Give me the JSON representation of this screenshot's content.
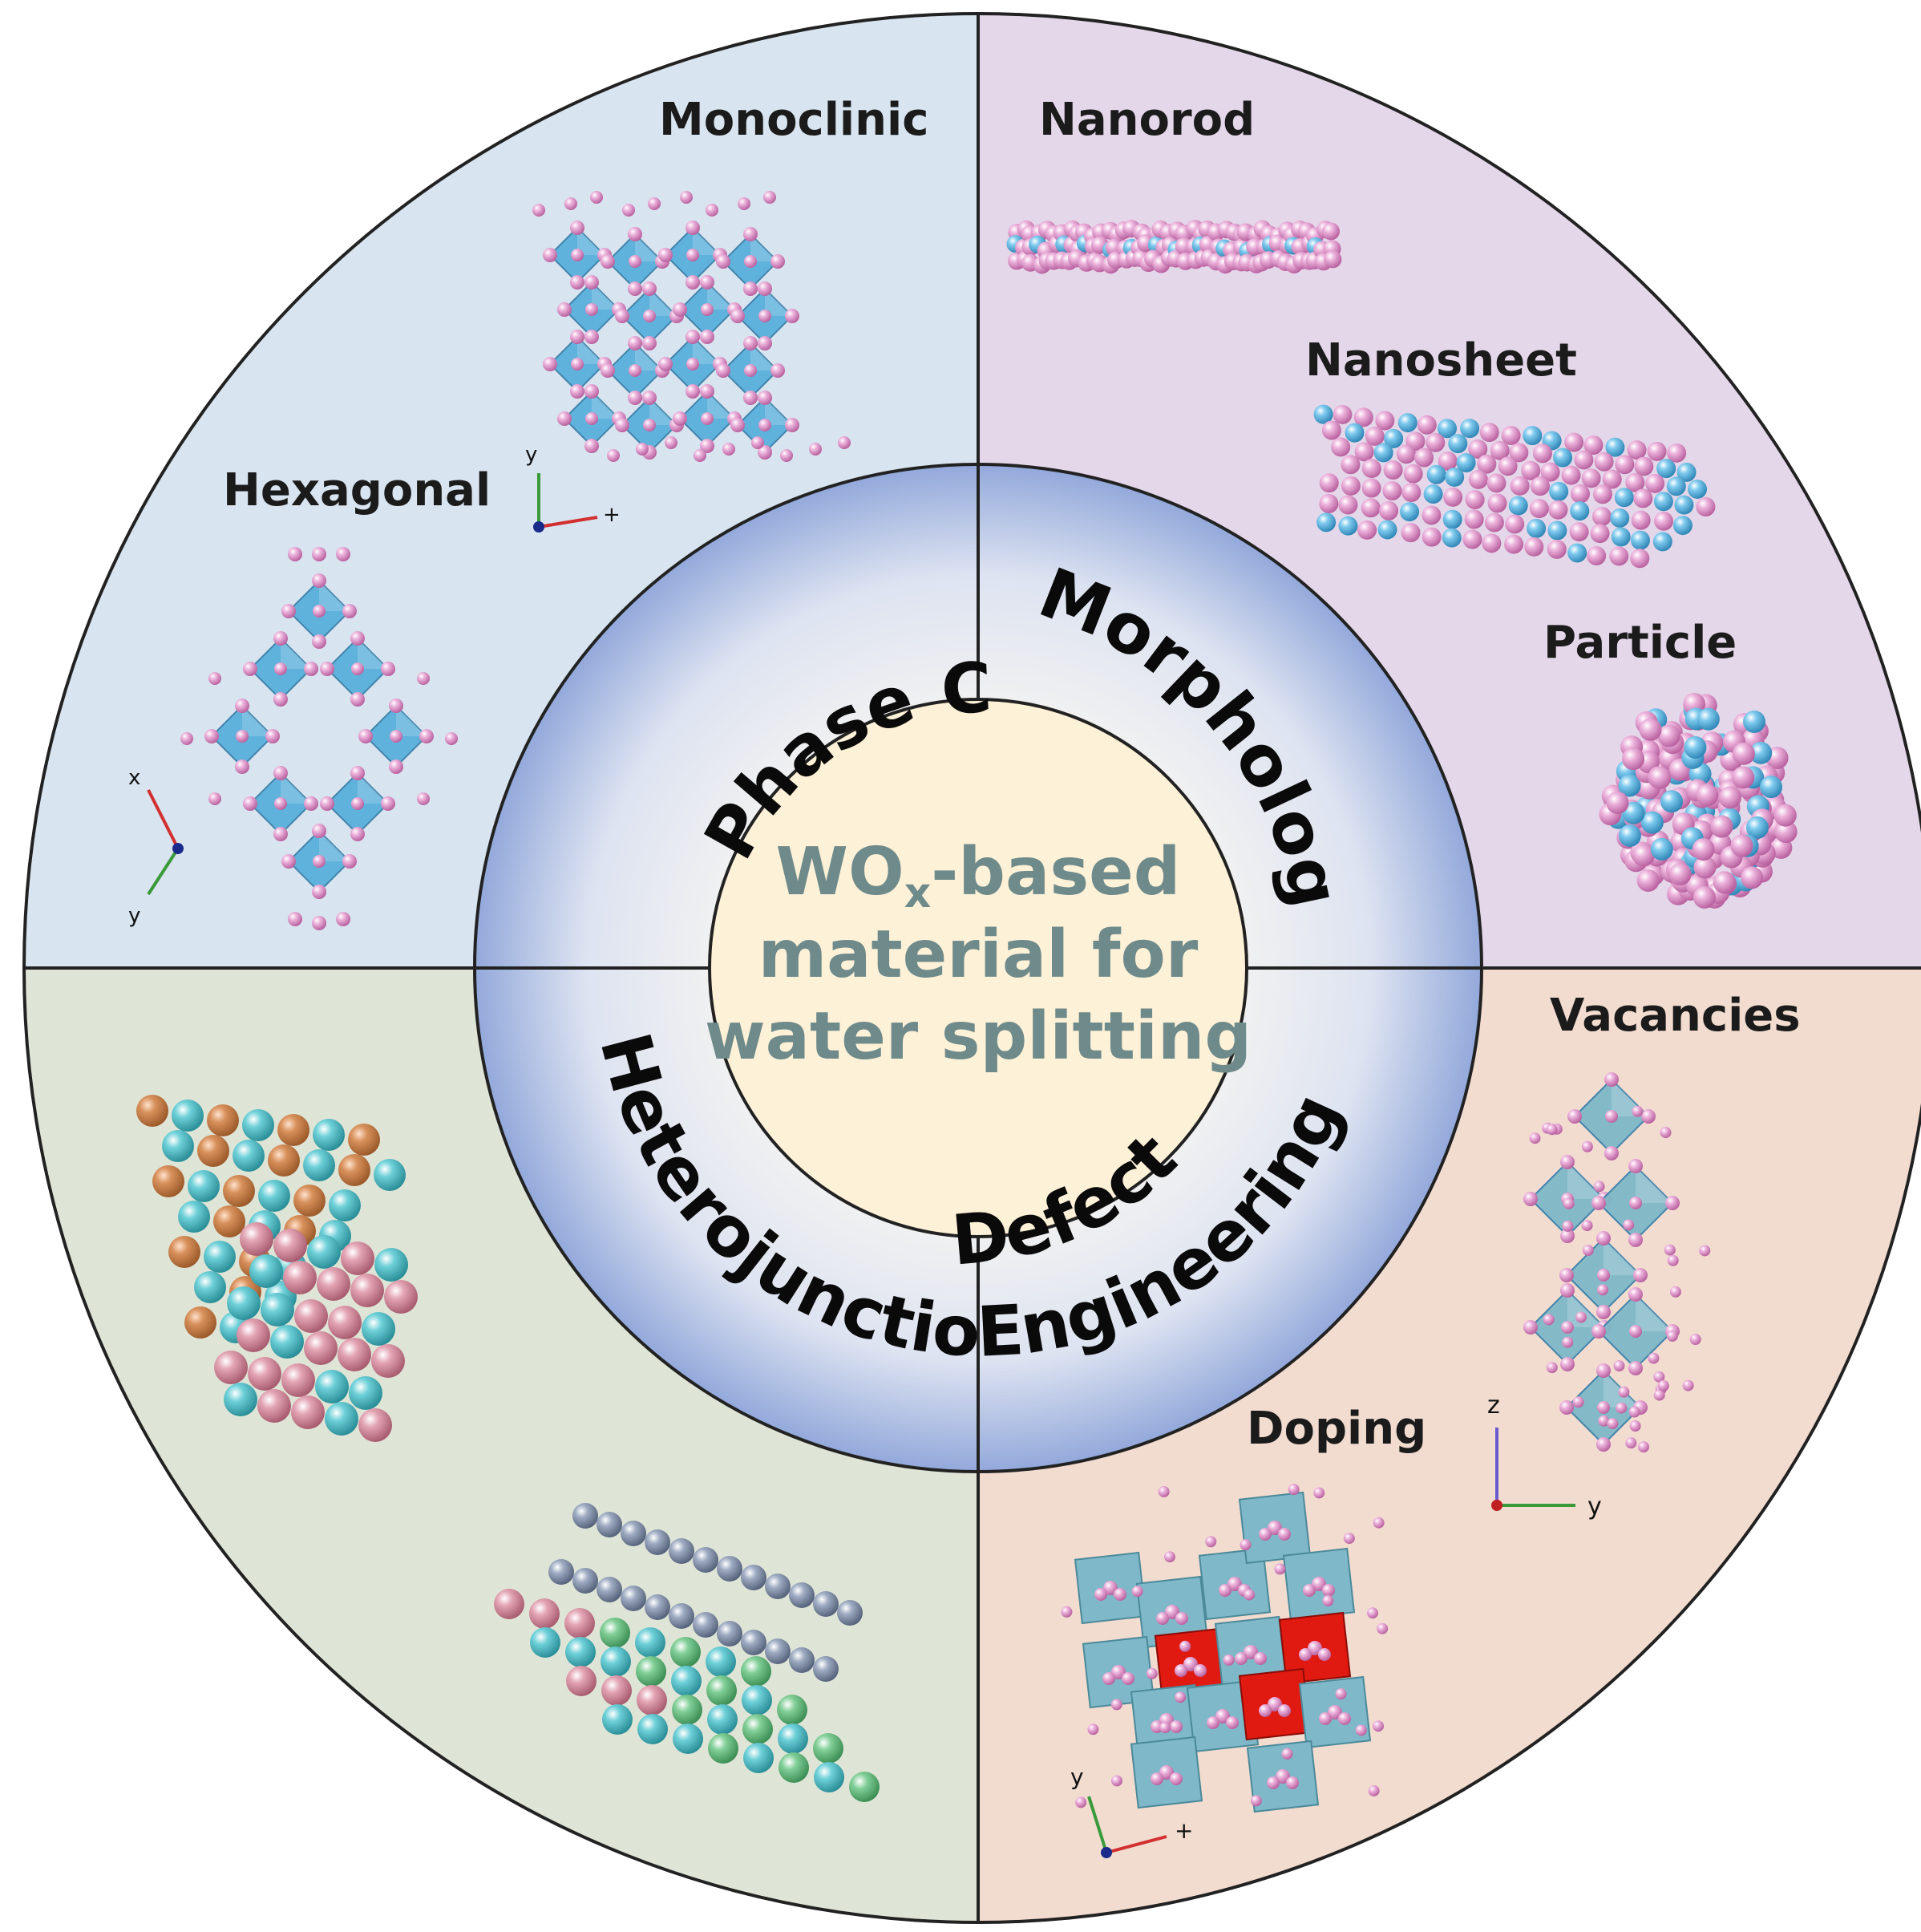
{
  "center": {
    "line1_main": "WO",
    "line1_sub": "x",
    "line1_tail": "-based",
    "line2": "material for",
    "line3": "water splitting",
    "text_color": "#6f8a8a",
    "fill_color": "#fdf1d8"
  },
  "ring": {
    "phase_control": "Phase Control",
    "morphology": "Morphology",
    "heterojunction": "Heterojunction",
    "defect_line1": "Defect",
    "defect_line2": "Engineering",
    "gradient_outer": "#93a9db",
    "gradient_inner": "#f1f1f1"
  },
  "quadrants": {
    "phase": {
      "color": "#d8e4ef",
      "labels": {
        "monoclinic": "Monoclinic",
        "hexagonal": "Hexagonal"
      },
      "axes_monoclinic": {
        "vertical": "y",
        "horizontal": "+"
      },
      "axes_hexagonal": {
        "up": "x",
        "down": "y"
      }
    },
    "morphology": {
      "color": "#e5d7ea",
      "labels": {
        "nanorod": "Nanorod",
        "nanosheet": "Nanosheet",
        "particle": "Particle"
      }
    },
    "heterojunction": {
      "color": "#dfe5d6"
    },
    "defect": {
      "color": "#f2dcd0",
      "labels": {
        "vacancies": "Vacancies",
        "doping": "Doping"
      },
      "axes_vacancies": {
        "vertical": "z",
        "horizontal": "y"
      },
      "axes_doping": {
        "vertical": "y",
        "horizontal": "+"
      }
    }
  },
  "colors": {
    "oxygen": "#dc8fc4",
    "tungsten": "#5cb6e0",
    "octahedron": "#59b0dc",
    "octahedron_defect": "#7fb8c8",
    "dopant": "#e01a10",
    "orange_atom": "#d48a55",
    "cyan_atom": "#56c2cc",
    "pink_atom": "#d98da0",
    "green_atom": "#6cbf85",
    "grey_atom": "#8898b0"
  }
}
